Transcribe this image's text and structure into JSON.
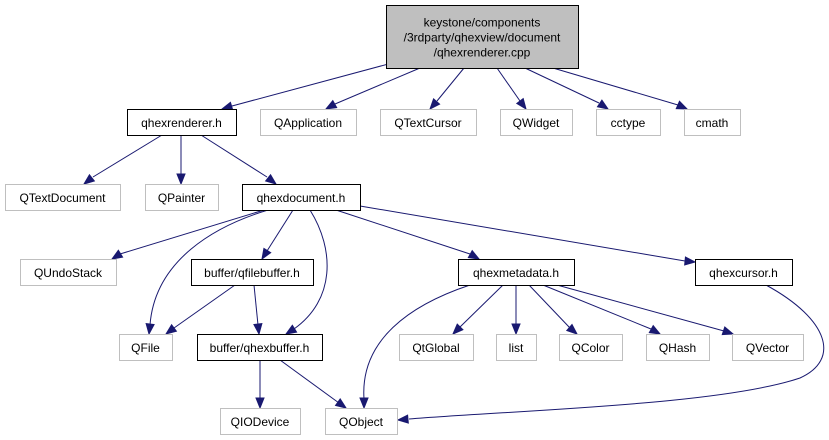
{
  "diagram": {
    "title": "Include dependency graph for qhexrenderer.cpp",
    "colors": {
      "edge": "#191970",
      "root_fill": "#bfbfbf",
      "project_border": "#000000",
      "external_border": "#bfbfbf"
    },
    "nodes": [
      {
        "id": "root",
        "kind": "root",
        "lines": [
          "keystone/components",
          "/3rdparty/qhexview/document",
          "/qhexrenderer.cpp"
        ]
      },
      {
        "id": "qhexrenderer_h",
        "kind": "project",
        "lines": [
          "qhexrenderer.h"
        ]
      },
      {
        "id": "QApplication",
        "kind": "external",
        "lines": [
          "QApplication"
        ]
      },
      {
        "id": "QTextCursor",
        "kind": "external",
        "lines": [
          "QTextCursor"
        ]
      },
      {
        "id": "QWidget",
        "kind": "external",
        "lines": [
          "QWidget"
        ]
      },
      {
        "id": "cctype",
        "kind": "external",
        "lines": [
          "cctype"
        ]
      },
      {
        "id": "cmath",
        "kind": "external",
        "lines": [
          "cmath"
        ]
      },
      {
        "id": "QTextDocument",
        "kind": "external",
        "lines": [
          "QTextDocument"
        ]
      },
      {
        "id": "QPainter",
        "kind": "external",
        "lines": [
          "QPainter"
        ]
      },
      {
        "id": "qhexdocument_h",
        "kind": "project",
        "lines": [
          "qhexdocument.h"
        ]
      },
      {
        "id": "QUndoStack",
        "kind": "external",
        "lines": [
          "QUndoStack"
        ]
      },
      {
        "id": "qfilebuffer_h",
        "kind": "project",
        "lines": [
          "buffer/qfilebuffer.h"
        ]
      },
      {
        "id": "qhexmetadata_h",
        "kind": "project",
        "lines": [
          "qhexmetadata.h"
        ]
      },
      {
        "id": "qhexcursor_h",
        "kind": "project",
        "lines": [
          "qhexcursor.h"
        ]
      },
      {
        "id": "QFile",
        "kind": "external",
        "lines": [
          "QFile"
        ]
      },
      {
        "id": "qhexbuffer_h",
        "kind": "project",
        "lines": [
          "buffer/qhexbuffer.h"
        ]
      },
      {
        "id": "QtGlobal",
        "kind": "external",
        "lines": [
          "QtGlobal"
        ]
      },
      {
        "id": "list",
        "kind": "external",
        "lines": [
          "list"
        ]
      },
      {
        "id": "QColor",
        "kind": "external",
        "lines": [
          "QColor"
        ]
      },
      {
        "id": "QHash",
        "kind": "external",
        "lines": [
          "QHash"
        ]
      },
      {
        "id": "QVector",
        "kind": "external",
        "lines": [
          "QVector"
        ]
      },
      {
        "id": "QIODevice",
        "kind": "external",
        "lines": [
          "QIODevice"
        ]
      },
      {
        "id": "QObject",
        "kind": "external",
        "lines": [
          "QObject"
        ]
      }
    ],
    "edges": [
      {
        "from": "root",
        "to": "qhexrenderer_h"
      },
      {
        "from": "root",
        "to": "QApplication"
      },
      {
        "from": "root",
        "to": "QTextCursor"
      },
      {
        "from": "root",
        "to": "QWidget"
      },
      {
        "from": "root",
        "to": "cctype"
      },
      {
        "from": "root",
        "to": "cmath"
      },
      {
        "from": "qhexrenderer_h",
        "to": "QTextDocument"
      },
      {
        "from": "qhexrenderer_h",
        "to": "QPainter"
      },
      {
        "from": "qhexrenderer_h",
        "to": "qhexdocument_h"
      },
      {
        "from": "qhexdocument_h",
        "to": "QUndoStack"
      },
      {
        "from": "qhexdocument_h",
        "to": "QFile"
      },
      {
        "from": "qhexdocument_h",
        "to": "qfilebuffer_h"
      },
      {
        "from": "qhexdocument_h",
        "to": "qhexbuffer_h"
      },
      {
        "from": "qhexdocument_h",
        "to": "qhexmetadata_h"
      },
      {
        "from": "qhexdocument_h",
        "to": "qhexcursor_h"
      },
      {
        "from": "qfilebuffer_h",
        "to": "QFile"
      },
      {
        "from": "qfilebuffer_h",
        "to": "qhexbuffer_h"
      },
      {
        "from": "qhexbuffer_h",
        "to": "QIODevice"
      },
      {
        "from": "qhexbuffer_h",
        "to": "QObject"
      },
      {
        "from": "qhexmetadata_h",
        "to": "QObject"
      },
      {
        "from": "qhexmetadata_h",
        "to": "QtGlobal"
      },
      {
        "from": "qhexmetadata_h",
        "to": "list"
      },
      {
        "from": "qhexmetadata_h",
        "to": "QColor"
      },
      {
        "from": "qhexmetadata_h",
        "to": "QHash"
      },
      {
        "from": "qhexmetadata_h",
        "to": "QVector"
      },
      {
        "from": "qhexcursor_h",
        "to": "QObject"
      }
    ]
  }
}
